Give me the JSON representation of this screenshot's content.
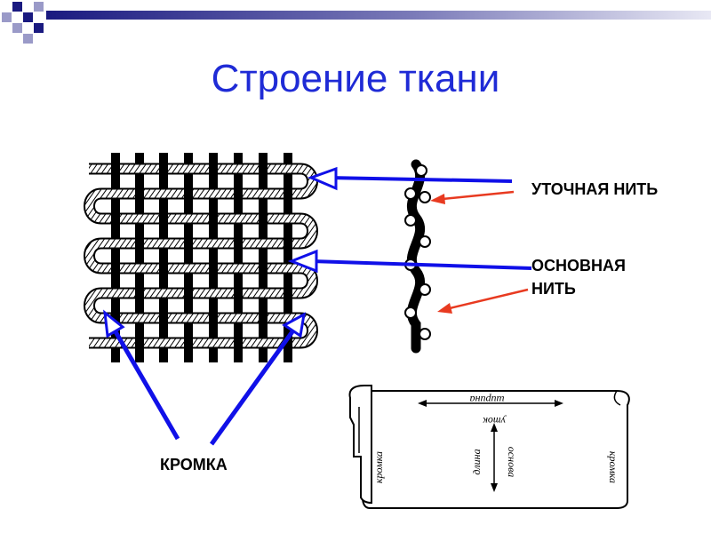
{
  "title": "Строение ткани",
  "labels": {
    "weft": "УТОЧНАЯ НИТЬ",
    "warp_line1": "ОСНОВНАЯ",
    "warp_line2": "НИТЬ",
    "selvage": "КРОМКА"
  },
  "fabric_sheet": {
    "width": "ширина",
    "weft": "уток",
    "length": "длина",
    "warp": "основа",
    "selvage_left": "кромка",
    "selvage_right": "кромка"
  },
  "colors": {
    "title": "#1f2bd6",
    "blue_arrow": "#1010e8",
    "red_arrow": "#e83a20",
    "corner_dark": "#1a1a80",
    "corner_light": "#9a9ac8"
  }
}
